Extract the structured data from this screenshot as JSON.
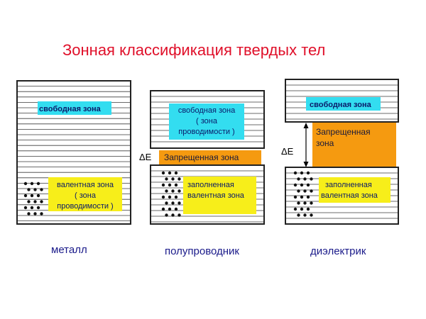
{
  "title": "Зонная классификация твердых тел",
  "colors": {
    "title": "#e0102a",
    "caption": "#1a1a8a",
    "free_band_label_bg": "#33ddf0",
    "valence_label_bg": "#f7ee1a",
    "forbidden_bg": "#f59a10",
    "band_line": "#3a3a3a",
    "electron_dot": "#111111"
  },
  "metal": {
    "caption": "металл",
    "free_band": [
      "свободная зона"
    ],
    "valence_band": [
      "валентная зона",
      "( зона",
      "проводимости )"
    ]
  },
  "semiconductor": {
    "caption": "полупроводник",
    "free_band": [
      "свободная зона",
      "( зона",
      "проводимости )"
    ],
    "forbidden_band": "Запрещенная зона",
    "gap_symbol": "ΔE",
    "valence_band": [
      "заполненная",
      "валентная зона"
    ]
  },
  "dielectric": {
    "caption": "диэлектрик",
    "free_band": [
      "свободная зона"
    ],
    "forbidden_band": [
      "Запрещенная",
      "зона"
    ],
    "gap_symbol": "ΔE",
    "valence_band": [
      "заполненная",
      "валентная зона"
    ]
  }
}
